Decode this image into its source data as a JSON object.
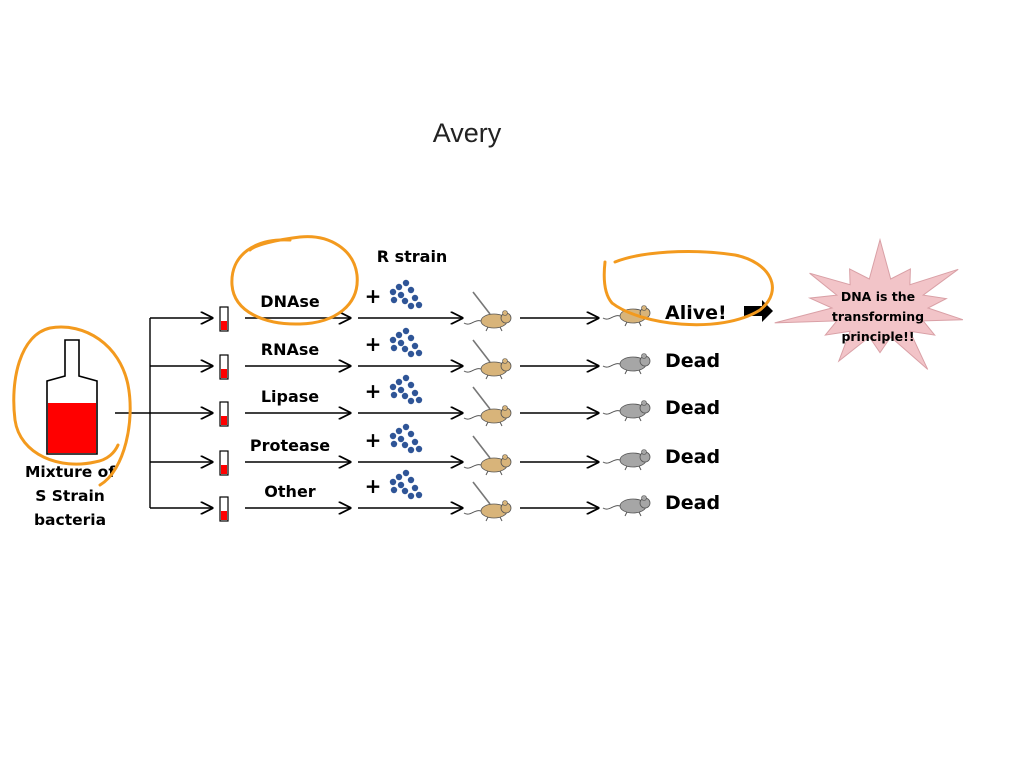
{
  "title": "Avery",
  "source": {
    "label_lines": [
      "Mixture of",
      "S Strain",
      "bacteria"
    ]
  },
  "r_strain_label": "R strain",
  "plus_sign": "+",
  "treatments": [
    {
      "enzyme": "DNAse",
      "outcome": "Alive!",
      "alive": true
    },
    {
      "enzyme": "RNAse",
      "outcome": "Dead",
      "alive": false
    },
    {
      "enzyme": "Lipase",
      "outcome": "Dead",
      "alive": false
    },
    {
      "enzyme": "Protease",
      "outcome": "Dead",
      "alive": false
    },
    {
      "enzyme": "Other",
      "outcome": "Dead",
      "alive": false
    }
  ],
  "conclusion": {
    "lines": [
      "DNA is the",
      "transforming",
      "principle!!"
    ]
  },
  "colors": {
    "annotation": "#f39a1e",
    "sample_red": "#ff0000",
    "dots": "#2f5597",
    "burst": "#f2c4c8",
    "burst_stroke": "#d9a0a6",
    "mouse_alive": "#d8b47a",
    "mouse_dead": "#a6a6a6"
  }
}
